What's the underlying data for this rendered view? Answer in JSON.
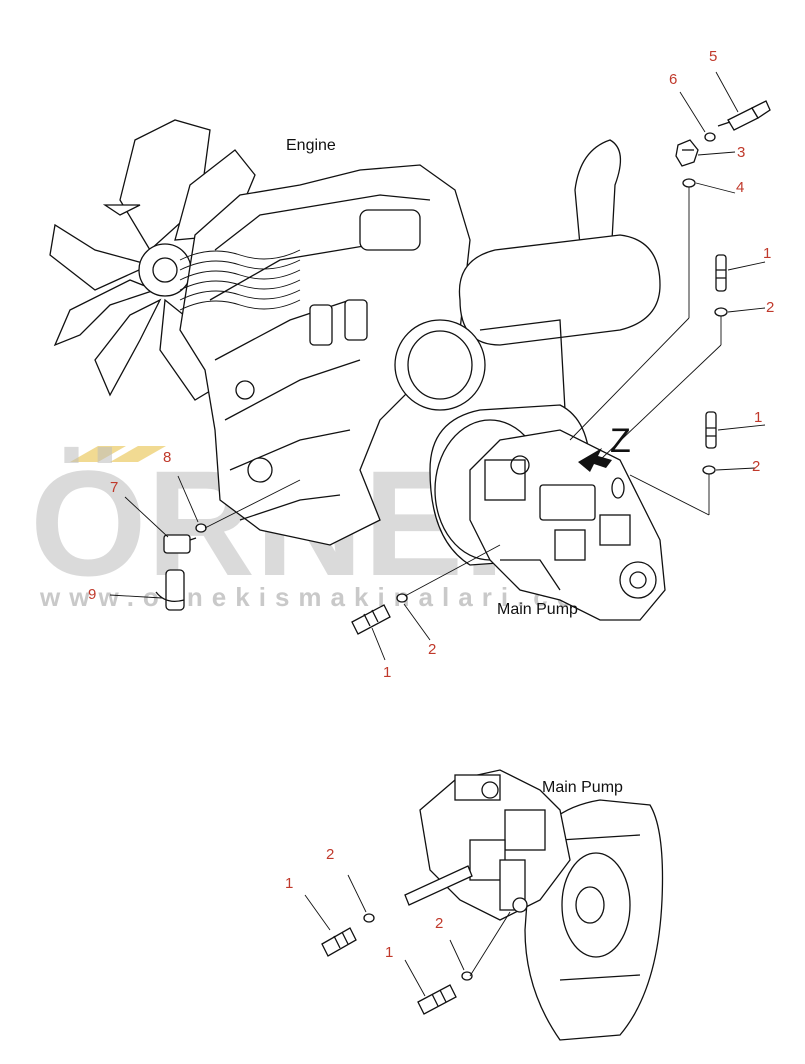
{
  "labels": {
    "engine": "Engine",
    "main_pump_top": "Main Pump",
    "main_pump_bottom": "Main Pump",
    "view_z": "Z"
  },
  "callouts": [
    {
      "id": "c5",
      "text": "5"
    },
    {
      "id": "c6",
      "text": "6"
    },
    {
      "id": "c3",
      "text": "3"
    },
    {
      "id": "c4",
      "text": "4"
    },
    {
      "id": "c1a",
      "text": "1"
    },
    {
      "id": "c2a",
      "text": "2"
    },
    {
      "id": "c1b",
      "text": "1"
    },
    {
      "id": "c2b",
      "text": "2"
    },
    {
      "id": "c8",
      "text": "8"
    },
    {
      "id": "c7",
      "text": "7"
    },
    {
      "id": "c9",
      "text": "9"
    },
    {
      "id": "c1c",
      "text": "1"
    },
    {
      "id": "c2c",
      "text": "2"
    },
    {
      "id": "c2d",
      "text": "2"
    },
    {
      "id": "c1d",
      "text": "1"
    },
    {
      "id": "c2e",
      "text": "2"
    },
    {
      "id": "c1e",
      "text": "1"
    }
  ],
  "watermark": {
    "logo": "ÖRNEK",
    "url": "www.ornekismakinalari.com.tr"
  },
  "colors": {
    "callout": "#c0392b",
    "line": "#111111",
    "watermark": "#bdbdbd",
    "accent": "#e8c24a"
  }
}
